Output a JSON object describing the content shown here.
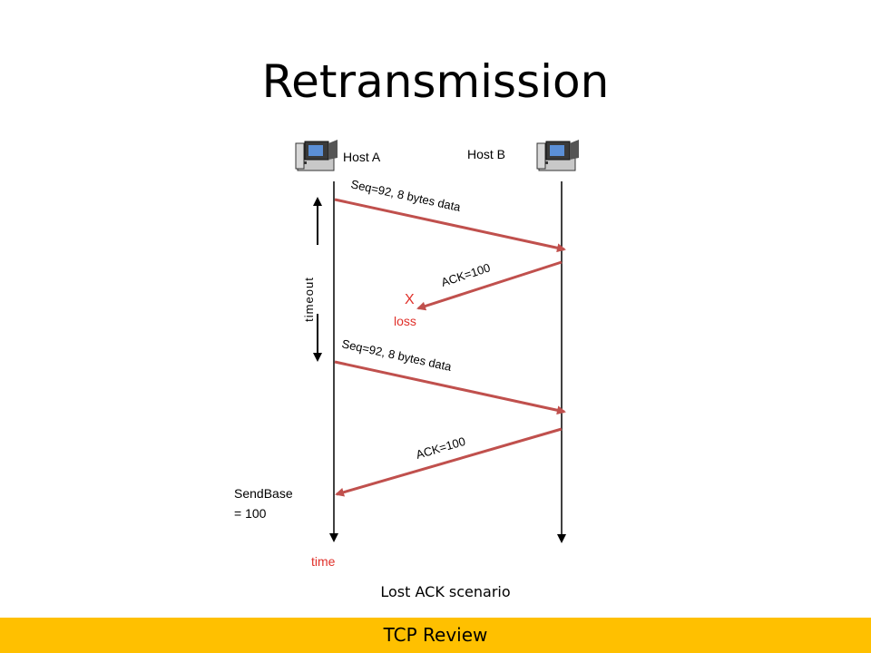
{
  "title": "Retransmission",
  "host_a": "Host A",
  "host_b": "Host B",
  "messages": {
    "seq1": "Seq=92, 8 bytes data",
    "ack1": "ACK=100",
    "seq2": "Seq=92, 8 bytes data",
    "ack2": "ACK=100"
  },
  "loss_mark": "X",
  "loss_label": "loss",
  "timeout_label": "timeout",
  "sendbase_line1": "SendBase",
  "sendbase_line2": "= 100",
  "time_label": "time",
  "caption": "Lost ACK scenario",
  "footer": "TCP Review",
  "colors": {
    "message_arrow": "#c0504d",
    "accent_text": "#e0302a",
    "footer_bg": "#ffc000"
  },
  "icons": [
    "computer-icon"
  ]
}
